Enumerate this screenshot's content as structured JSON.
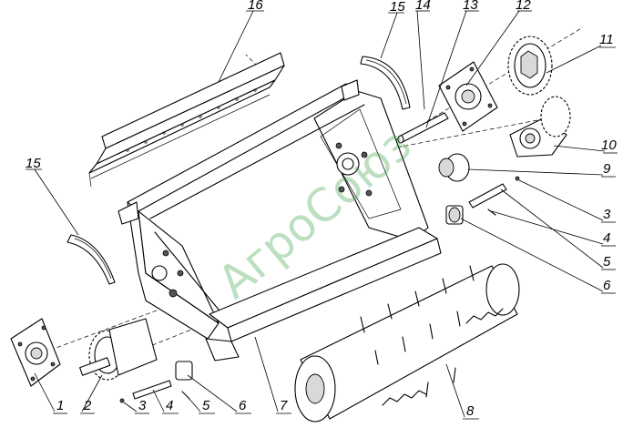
{
  "watermark": "АгроСоюз",
  "callouts": [
    {
      "id": "c1",
      "text": "1"
    },
    {
      "id": "c2",
      "text": "2"
    },
    {
      "id": "c3a",
      "text": "3"
    },
    {
      "id": "c4a",
      "text": "4"
    },
    {
      "id": "c5a",
      "text": "5"
    },
    {
      "id": "c6a",
      "text": "6"
    },
    {
      "id": "c7",
      "text": "7"
    },
    {
      "id": "c8",
      "text": "8"
    },
    {
      "id": "c3b",
      "text": "3"
    },
    {
      "id": "c4b",
      "text": "4"
    },
    {
      "id": "c5b",
      "text": "5"
    },
    {
      "id": "c6b",
      "text": "6"
    },
    {
      "id": "c9",
      "text": "9"
    },
    {
      "id": "c10",
      "text": "10"
    },
    {
      "id": "c11",
      "text": "11"
    },
    {
      "id": "c12",
      "text": "12"
    },
    {
      "id": "c13",
      "text": "13"
    },
    {
      "id": "c14",
      "text": "14"
    },
    {
      "id": "c15a",
      "text": "15"
    },
    {
      "id": "c15b",
      "text": "15"
    },
    {
      "id": "c16",
      "text": "16"
    }
  ]
}
